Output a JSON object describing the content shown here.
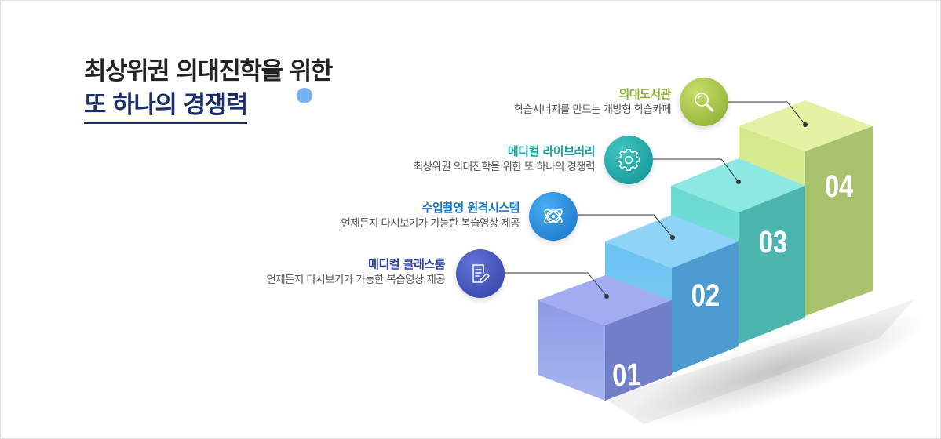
{
  "heading": {
    "line1": "최상위권 의대진학을 위한",
    "line2": "또 하나의 경쟁력"
  },
  "colors": {
    "step1": "#8d9be6",
    "step2": "#69c3f1",
    "step3": "#68d9d2",
    "step4": "#d3e98a",
    "title1": "#2c3f99",
    "title2": "#1c77c3",
    "title3": "#17a3a1",
    "title4": "#8fb13a"
  },
  "items": [
    {
      "number": "01",
      "title": "메디컬 클래스룸",
      "desc": "언제든지 다시보기가 가능한 복습영상 제공",
      "icon": "document-pen-icon"
    },
    {
      "number": "02",
      "title": "수업촬영 원격시스템",
      "desc": "언제든지 다시보기가 가능한 복습영상 제공",
      "icon": "atom-icon"
    },
    {
      "number": "03",
      "title": "메디컬 라이브러리",
      "desc": "최상위권 의대진학을 위한 또 하나의 경쟁력",
      "icon": "gear-icon"
    },
    {
      "number": "04",
      "title": "의대도서관",
      "desc": "학습시너지를 만드는 개방형 학습카페",
      "icon": "magnifier-icon"
    }
  ]
}
